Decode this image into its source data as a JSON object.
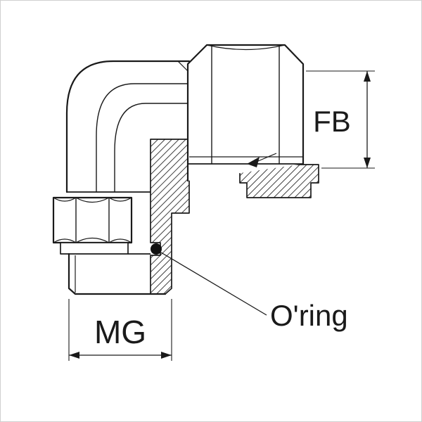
{
  "diagram": {
    "labels": {
      "fb_dimension": "FB",
      "mg_dimension": "MG",
      "oring_callout": "O'ring"
    },
    "colors": {
      "line": "#1a1a1a",
      "background": "#ffffff",
      "hatch": "#2a2a2a",
      "oring_fill": "#111111",
      "border": "#cfcfcf"
    }
  }
}
